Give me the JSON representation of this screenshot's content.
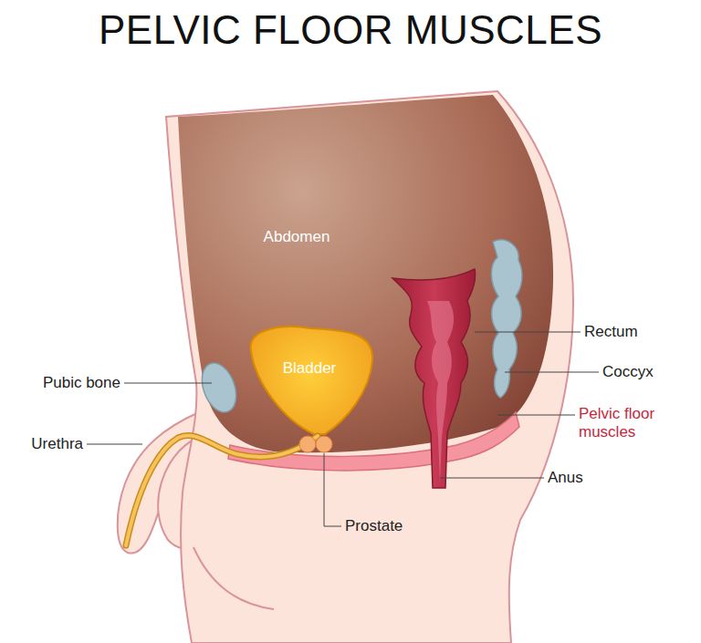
{
  "diagram": {
    "title": "PELVIC FLOOR MUSCLES",
    "labels": [
      "Abdomen",
      "Bladder",
      "Pubic bone",
      "Urethra",
      "Rectum",
      "Coccyx",
      "Pelvic floor muscles",
      "Anus",
      "Prostate"
    ]
  }
}
